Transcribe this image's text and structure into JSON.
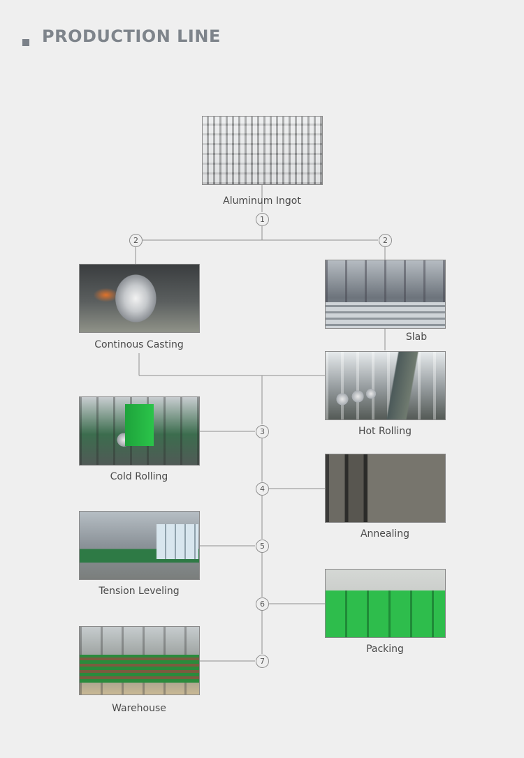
{
  "header": {
    "title": "PRODUCTION LINE"
  },
  "steps": [
    {
      "id": "ingot",
      "label": "Aluminum Ingot"
    },
    {
      "id": "continuous_casting",
      "label": "Continous Casting"
    },
    {
      "id": "slab",
      "label": "Slab"
    },
    {
      "id": "hot_rolling",
      "label": "Hot Rolling"
    },
    {
      "id": "cold_rolling",
      "label": "Cold Rolling"
    },
    {
      "id": "annealing",
      "label": "Annealing"
    },
    {
      "id": "tension_leveling",
      "label": "Tension Leveling"
    },
    {
      "id": "packing",
      "label": "Packing"
    },
    {
      "id": "warehouse",
      "label": "Warehouse"
    }
  ],
  "nodes": {
    "n1": "1",
    "n2a": "2",
    "n2b": "2",
    "n3": "3",
    "n4": "4",
    "n5": "5",
    "n6": "6",
    "n7": "7"
  }
}
